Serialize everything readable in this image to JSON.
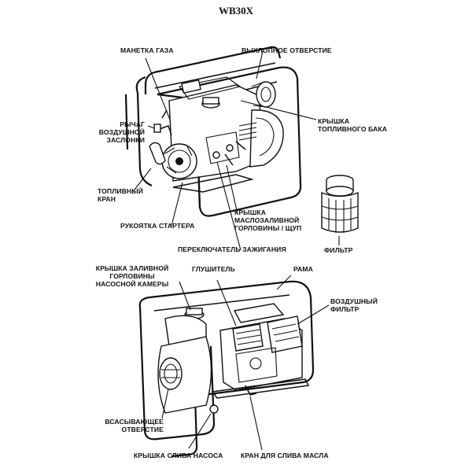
{
  "title": "WB30X",
  "top_labels": {
    "throttle": "МАНЕТКА ГАЗА",
    "exhaust": "ВЫХЛОПНОЕ ОТВЕРСТИЕ",
    "choke": "РЫЧАГ\nВОЗДУШНОЙ\nЗАСЛОНКИ",
    "fuel_cap": "КРЫШКА\nТОПЛИВНОГО БАКА",
    "fuel_valve": "ТОПЛИВНЫЙ\nКРАН",
    "oil_cap": "КРЫШКА\nМАСЛОЗАЛИВНОЙ\nГОРЛОВИНЫ / ЩУП",
    "starter": "РУКОЯТКА СТАРТЕРА",
    "ignition": "ПЕРЕКЛЮЧАТЕЛЬ ЗАЖИГАНИЯ",
    "filter": "ФИЛЬТР"
  },
  "bottom_labels": {
    "priming_cap": "КРЫШКА ЗАЛИВНОЙ\nГОРЛОВИНЫ\nНАСОСНОЙ КАМЕРЫ",
    "muffler": "ГЛУШИТЕЛЬ",
    "frame": "РАМА",
    "air_filter": "ВОЗДУШНЫЙ\nФИЛЬТР",
    "suction": "ВСАСЫВАЮЩЕЕ\nОТВЕРСТИЕ",
    "drain_cap": "КРЫШКА СЛИВА НАСОСА",
    "oil_drain": "КРАН ДЛЯ СЛИВА МАСЛА"
  }
}
